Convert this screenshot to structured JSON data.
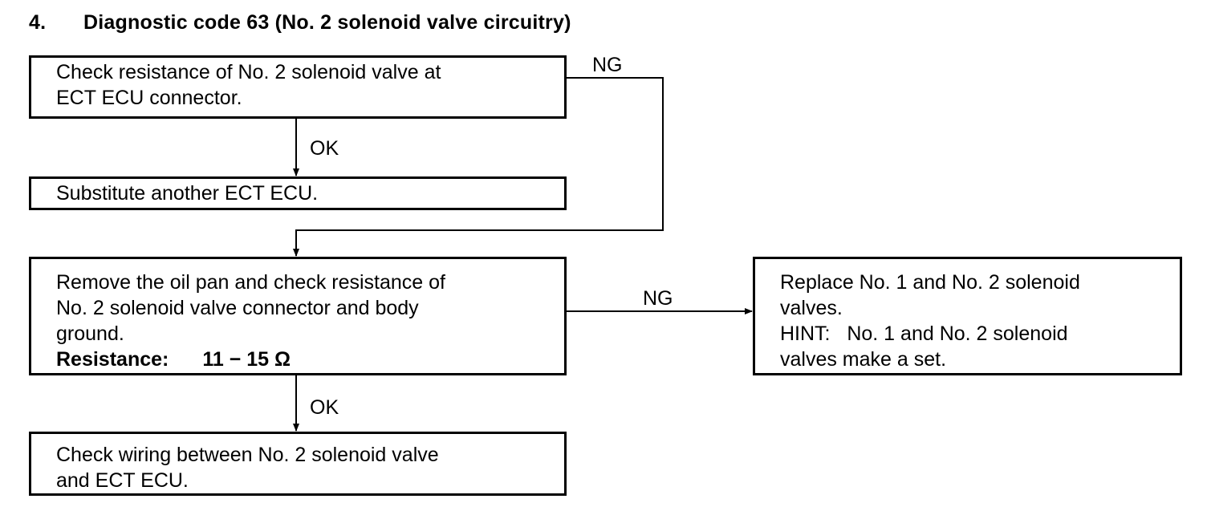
{
  "title": {
    "number": "4.",
    "text": "Diagnostic code 63 (No. 2 solenoid valve circuitry)"
  },
  "boxes": {
    "check_ecu": {
      "lines": [
        "Check resistance of No. 2 solenoid valve at",
        "ECT ECU connector."
      ]
    },
    "substitute_ecu": {
      "lines": [
        "Substitute another ECT ECU."
      ]
    },
    "check_pan": {
      "lines": [
        "Remove the oil pan and check resistance of",
        "No. 2 solenoid valve connector and body",
        "ground."
      ],
      "spec_label": "Resistance:",
      "spec_value": "11 − 15 Ω"
    },
    "replace": {
      "lines": [
        "Replace No. 1 and No. 2 solenoid",
        "valves.",
        "HINT:   No. 1 and No. 2 solenoid",
        "valves make a set."
      ]
    },
    "check_wiring": {
      "lines": [
        "Check wiring between No. 2 solenoid valve",
        "and ECT ECU."
      ]
    }
  },
  "edges": {
    "ng_top": "NG",
    "ok_1": "OK",
    "ng_right": "NG",
    "ok_2": "OK"
  }
}
